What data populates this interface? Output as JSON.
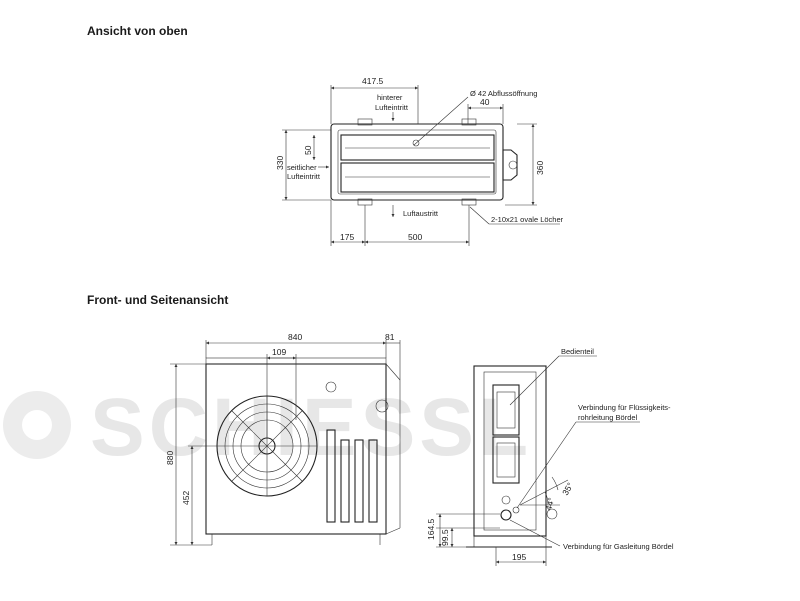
{
  "headings": {
    "top_view": "Ansicht von oben",
    "front_side_view": "Front- und Seitenansicht"
  },
  "top_view": {
    "dims": {
      "width_417": "417.5",
      "hole_label": "Ø 42 Abflussöffnung",
      "d40": "40",
      "d50": "50",
      "d330": "330",
      "d360": "360",
      "d175": "175",
      "d500": "500"
    },
    "labels": {
      "rear_air_1": "hinterer",
      "rear_air_2": "Lufteintritt",
      "side_air_1": "seitlicher",
      "side_air_2": "Lufteintritt",
      "air_outlet": "Luftaustritt",
      "oval_holes": "2-10x21 ovale Löcher"
    }
  },
  "front_view": {
    "dims": {
      "d840": "840",
      "d81": "81",
      "d109": "109",
      "d880": "880",
      "d452": "452"
    }
  },
  "side_view": {
    "dims": {
      "d164": "164.5",
      "d99": "99.5",
      "d195": "195",
      "a35": "35°",
      "a44": "44°"
    },
    "labels": {
      "control_panel": "Bedienteil",
      "liquid_1": "Verbindung für Flüssigkeits-",
      "liquid_2": "rohrleitung Bördel",
      "gas": "Verbindung für Gasleitung Bördel"
    }
  },
  "watermark": {
    "text": "SCHIESSL"
  }
}
